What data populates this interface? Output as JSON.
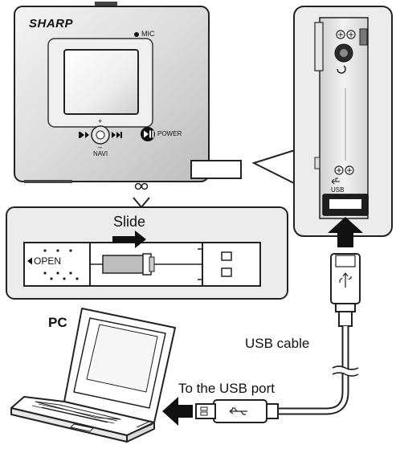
{
  "device": {
    "brand": "SHARP",
    "mic_label": "MIC",
    "navi_label": "NAVI",
    "power_label": "POWER",
    "plus_sign": "+",
    "minus_sign": "–"
  },
  "detail": {
    "slide_label": "Slide",
    "open_label": "OPEN"
  },
  "labels": {
    "pc": "PC",
    "usb_cable": "USB cable",
    "to_usb_port": "To the USB port",
    "usb_text_on_port": "USB"
  },
  "icons": {
    "usb_symbol": "usb-icon",
    "arrow_up": "arrow-up-icon",
    "arrow_left": "arrow-left-icon",
    "slide_arrow": "arrow-right-icon"
  }
}
